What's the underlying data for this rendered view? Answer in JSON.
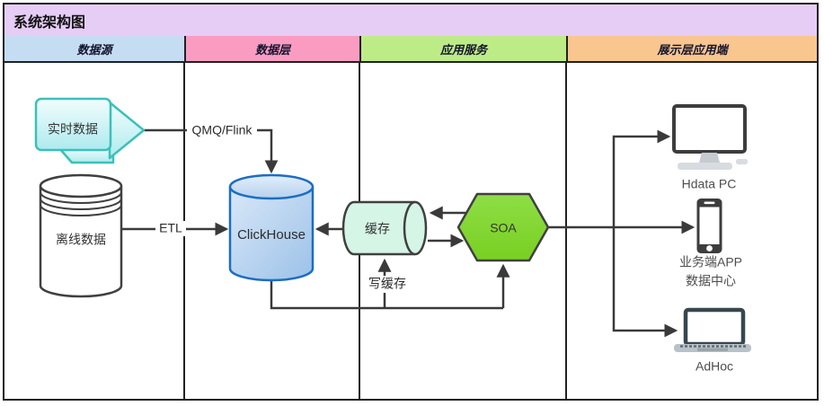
{
  "title": "系统架构图",
  "lanes": [
    {
      "label": "数据源",
      "color": "#c5ddf3"
    },
    {
      "label": "数据层",
      "color": "#fa9cc2"
    },
    {
      "label": "应用服务",
      "color": "#bdec86"
    },
    {
      "label": "展示层应用端",
      "color": "#f8c68e"
    }
  ],
  "nodes": {
    "realtime": {
      "label": "实时数据",
      "stroke": "#3bc0ba",
      "fill_top": "#f2fdfd",
      "fill_bottom": "#aeeaee"
    },
    "offline": {
      "label": "离线数据",
      "stroke": "#404040",
      "fill": "#ffffff"
    },
    "clickhouse": {
      "label": "ClickHouse",
      "stroke": "#1b6ec2",
      "fill_top": "#d9e8f8",
      "fill_bottom": "#9cc1e8"
    },
    "cache": {
      "label": "缓存",
      "stroke": "#404040",
      "fill": "#d5f5e6"
    },
    "soa": {
      "label": "SOA",
      "stroke": "#404040",
      "fill": "#7ed32a"
    },
    "pc": {
      "label": "Hdata PC"
    },
    "app": {
      "label_line1": "业务端APP",
      "label_line2": "数据中心"
    },
    "adhoc": {
      "label": "AdHoc"
    }
  },
  "edges": {
    "qmq": {
      "label": "QMQ/Flink"
    },
    "etl": {
      "label": "ETL"
    },
    "write_cache": {
      "label": "写缓存"
    }
  },
  "colors": {
    "title_bg": "#e6cdf5",
    "line": "#3a3a3a",
    "border": "#212121"
  }
}
